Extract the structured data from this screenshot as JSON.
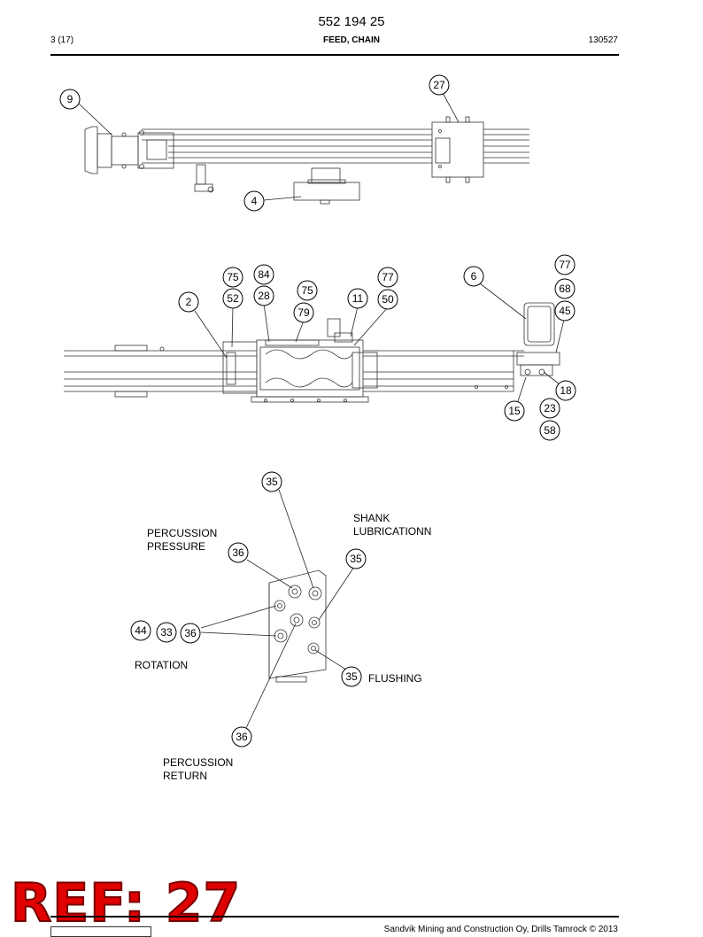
{
  "header": {
    "doc_number": "552 194 25",
    "page": "3 (17)",
    "section": "FEED, CHAIN",
    "date": "130527"
  },
  "callouts_top": [
    "9",
    "27",
    "4"
  ],
  "callouts_mid": [
    "2",
    "75",
    "52",
    "84",
    "28",
    "75",
    "79",
    "11",
    "77",
    "50",
    "6",
    "77",
    "68",
    "45",
    "18",
    "15",
    "23",
    "58"
  ],
  "callouts_bottom": [
    "35",
    "36",
    "35",
    "44",
    "33",
    "36",
    "35",
    "36"
  ],
  "labels": {
    "percussion_pressure": "PERCUSSION\nPRESSURE",
    "shank_lubrication": "SHANK\nLUBRICATIONN",
    "rotation": "ROTATION",
    "flushing": "FLUSHING",
    "percussion_return": "PERCUSSION\nRETURN"
  },
  "stamp": "REF: 27",
  "footer": {
    "copyright": "Sandvik Mining and Construction Oy, Drills Tamrock © 2013"
  }
}
